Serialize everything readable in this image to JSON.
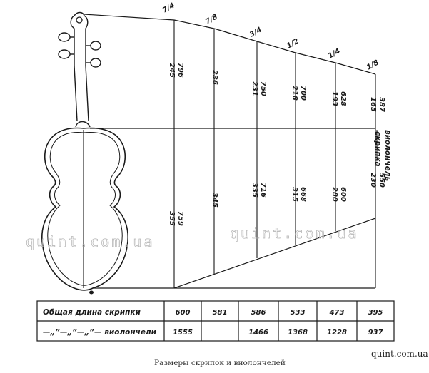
{
  "size_fractions": [
    "7/4",
    "7/8",
    "3/4",
    "1/2",
    "1/4",
    "1/8"
  ],
  "violin_values": [
    "245",
    "236",
    "231",
    "218",
    "193",
    "165"
  ],
  "cello_values_top": [
    "796",
    "",
    "750",
    "700",
    "628",
    "387"
  ],
  "lower_values_violin": [
    "355",
    "345",
    "335",
    "315",
    "280",
    "230"
  ],
  "lower_values_cello": [
    "759",
    "",
    "716",
    "668",
    "600",
    "550"
  ],
  "right_labels": {
    "violin": "скрипка",
    "cello": "виолончель"
  },
  "table": {
    "row1_label": "Общая длина скрипки",
    "row2_label": "—„”—„”—„”— виолончели",
    "row1_values": [
      "600",
      "581",
      "586",
      "533",
      "473",
      "395"
    ],
    "row2_values": [
      "1555",
      "",
      "1466",
      "1368",
      "1228",
      "937"
    ]
  },
  "watermark": "quint.com.ua",
  "caption": "Размеры скрипок и виолончелей",
  "source": "quint.com.ua"
}
